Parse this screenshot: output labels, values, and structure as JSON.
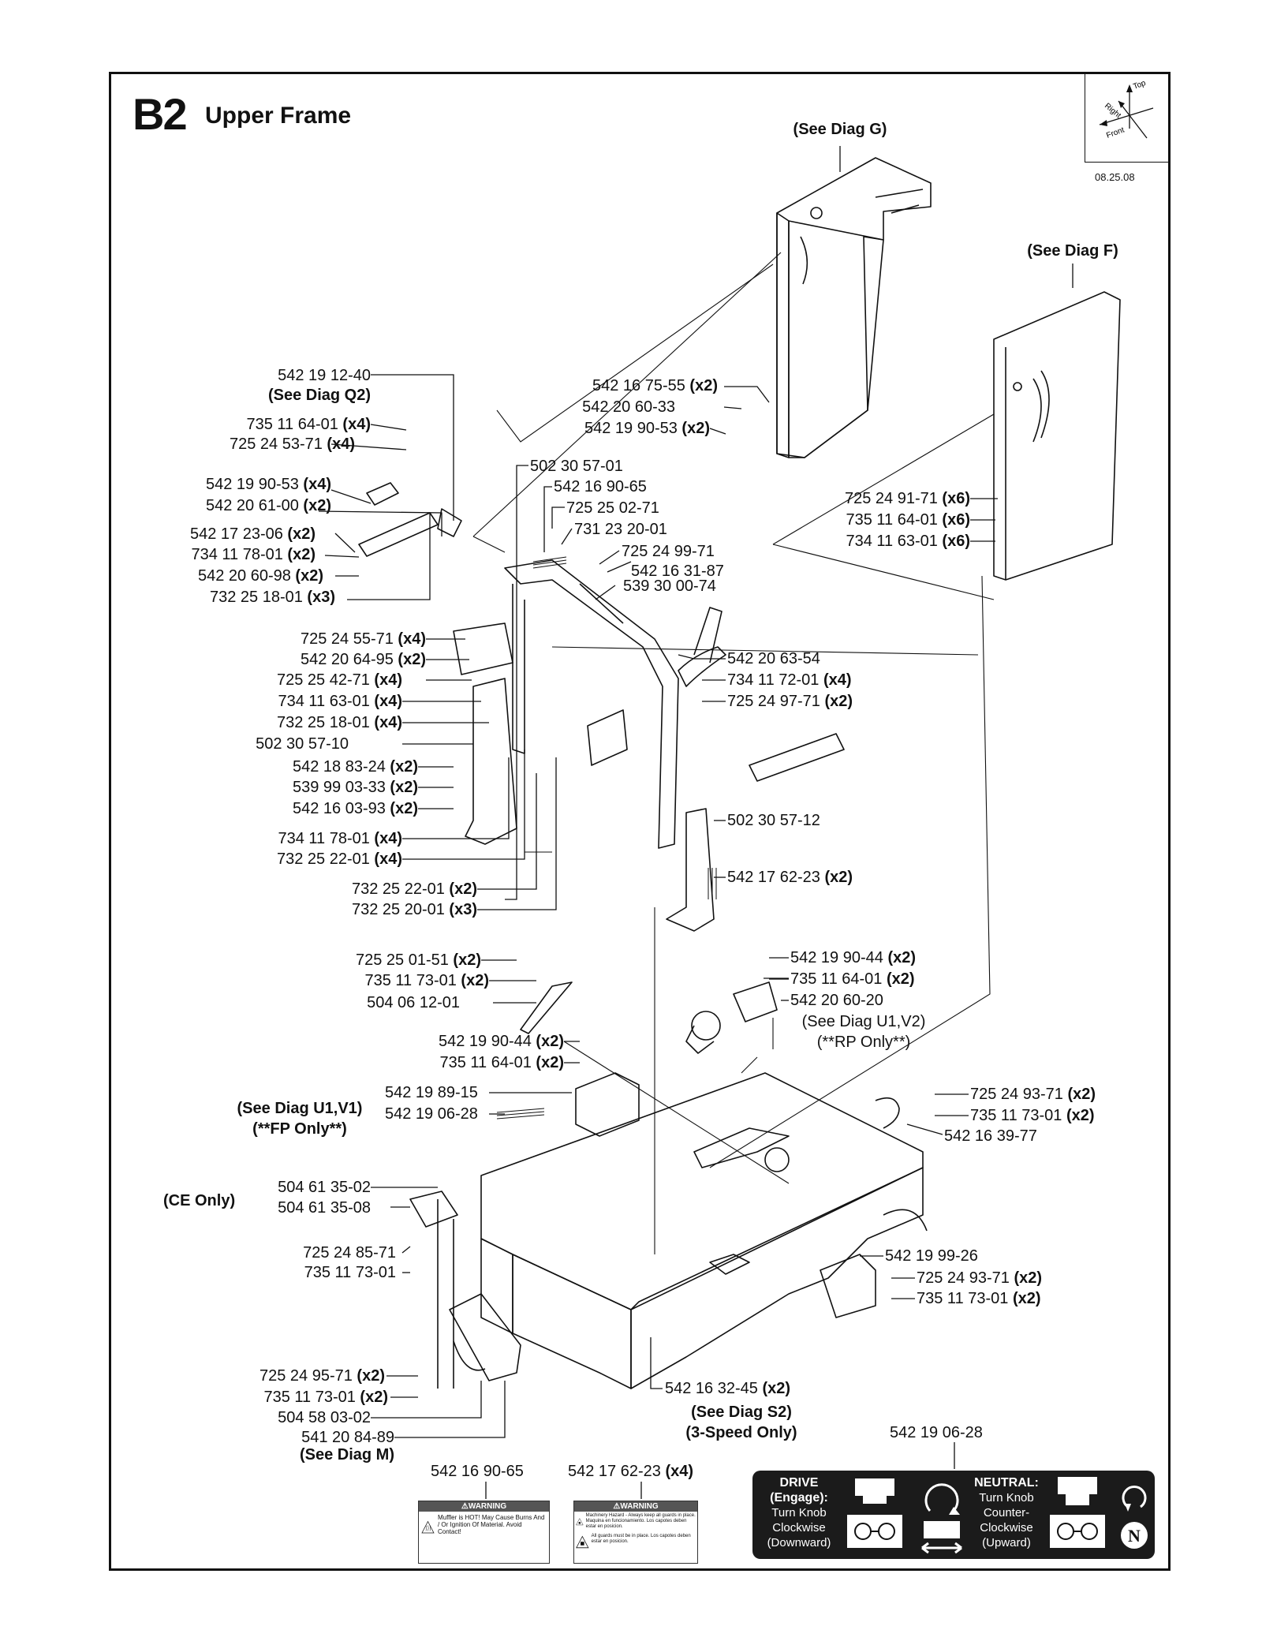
{
  "diagram": {
    "code": "B2",
    "title": "Upper Frame",
    "date": "08.25.08",
    "compass": {
      "top": "Top",
      "right": "Right",
      "front": "Front"
    },
    "refs": {
      "diag_g": "(See Diag G)",
      "diag_f": "(See Diag F)",
      "diag_q2": "(See Diag Q2)",
      "diag_u1v1": "(See Diag U1,V1)",
      "fp_only": "(**FP Only**)",
      "ce_only": "(CE Only)",
      "diag_s2": "(See Diag S2)",
      "speed3": "(3-Speed Only)",
      "diag_m": "(See Diag M)",
      "diag_u1v2": "(See Diag U1,V2)",
      "rp_only": "(**RP Only**)"
    },
    "parts": [
      {
        "id": "p1",
        "num": "542 19 12-40",
        "qty": ""
      },
      {
        "id": "p2",
        "num": "735 11 64-01",
        "qty": "(x4)"
      },
      {
        "id": "p3",
        "num": "725 24 53-71",
        "qty": "(x4)"
      },
      {
        "id": "p4",
        "num": "542 19 90-53",
        "qty": "(x4)"
      },
      {
        "id": "p5",
        "num": "542 20 61-00",
        "qty": "(x2)"
      },
      {
        "id": "p6",
        "num": "542 17 23-06",
        "qty": "(x2)"
      },
      {
        "id": "p7",
        "num": "734 11 78-01",
        "qty": "(x2)"
      },
      {
        "id": "p8",
        "num": "542 20 60-98",
        "qty": "(x2)"
      },
      {
        "id": "p9",
        "num": "732 25 18-01",
        "qty": "(x3)"
      },
      {
        "id": "p10",
        "num": "542 16 75-55",
        "qty": "(x2)"
      },
      {
        "id": "p11",
        "num": "542 20 60-33",
        "qty": ""
      },
      {
        "id": "p12",
        "num": "542 19 90-53",
        "qty": "(x2)"
      },
      {
        "id": "p13",
        "num": "502 30 57-01",
        "qty": ""
      },
      {
        "id": "p14",
        "num": "542 16 90-65",
        "qty": ""
      },
      {
        "id": "p15",
        "num": "725 25 02-71",
        "qty": ""
      },
      {
        "id": "p16",
        "num": "731 23 20-01",
        "qty": ""
      },
      {
        "id": "p17",
        "num": "725 24 99-71",
        "qty": ""
      },
      {
        "id": "p18",
        "num": "542 16 31-87",
        "qty": ""
      },
      {
        "id": "p19",
        "num": "539 30 00-74",
        "qty": ""
      },
      {
        "id": "p20",
        "num": "725 24 91-71",
        "qty": "(x6)"
      },
      {
        "id": "p21",
        "num": "735 11 64-01",
        "qty": "(x6)"
      },
      {
        "id": "p22",
        "num": "734 11 63-01",
        "qty": "(x6)"
      },
      {
        "id": "p23",
        "num": "725 24 55-71",
        "qty": "(x4)"
      },
      {
        "id": "p24",
        "num": "542 20 64-95",
        "qty": "(x2)"
      },
      {
        "id": "p25",
        "num": "725 25 42-71",
        "qty": "(x4)"
      },
      {
        "id": "p26",
        "num": "734 11 63-01",
        "qty": "(x4)"
      },
      {
        "id": "p27",
        "num": "732 25 18-01",
        "qty": "(x4)"
      },
      {
        "id": "p28",
        "num": "502 30 57-10",
        "qty": ""
      },
      {
        "id": "p29",
        "num": "542 18 83-24",
        "qty": "(x2)"
      },
      {
        "id": "p30",
        "num": "539 99 03-33",
        "qty": "(x2)"
      },
      {
        "id": "p31",
        "num": "542 16 03-93",
        "qty": "(x2)"
      },
      {
        "id": "p32",
        "num": "734 11 78-01",
        "qty": "(x4)"
      },
      {
        "id": "p33",
        "num": "732 25 22-01",
        "qty": "(x4)"
      },
      {
        "id": "p34",
        "num": "542 20 63-54",
        "qty": ""
      },
      {
        "id": "p35",
        "num": "734 11 72-01",
        "qty": "(x4)"
      },
      {
        "id": "p36",
        "num": "725 24 97-71",
        "qty": "(x2)"
      },
      {
        "id": "p37",
        "num": "502 30 57-12",
        "qty": ""
      },
      {
        "id": "p38",
        "num": "542 17 62-23",
        "qty": "(x2)"
      },
      {
        "id": "p39",
        "num": "732 25 22-01",
        "qty": "(x2)"
      },
      {
        "id": "p40",
        "num": "732 25 20-01",
        "qty": "(x3)"
      },
      {
        "id": "p41",
        "num": "725 25 01-51",
        "qty": "(x2)"
      },
      {
        "id": "p42",
        "num": "735 11 73-01",
        "qty": "(x2)"
      },
      {
        "id": "p43",
        "num": "504 06 12-01",
        "qty": ""
      },
      {
        "id": "p44",
        "num": "542 19 90-44",
        "qty": "(x2)"
      },
      {
        "id": "p45",
        "num": "735 11 64-01",
        "qty": "(x2)"
      },
      {
        "id": "p46",
        "num": "542 20 60-20",
        "qty": ""
      },
      {
        "id": "p47",
        "num": "542 19 90-44",
        "qty": "(x2)"
      },
      {
        "id": "p48",
        "num": "735 11 64-01",
        "qty": "(x2)"
      },
      {
        "id": "p49",
        "num": "542 19 89-15",
        "qty": ""
      },
      {
        "id": "p50",
        "num": "542 19 06-28",
        "qty": ""
      },
      {
        "id": "p51",
        "num": "725 24 93-71",
        "qty": "(x2)"
      },
      {
        "id": "p52",
        "num": "735 11 73-01",
        "qty": "(x2)"
      },
      {
        "id": "p53",
        "num": "542 16 39-77",
        "qty": ""
      },
      {
        "id": "p54",
        "num": "504 61 35-02",
        "qty": ""
      },
      {
        "id": "p55",
        "num": "504 61 35-08",
        "qty": ""
      },
      {
        "id": "p56",
        "num": "725 24 85-71",
        "qty": ""
      },
      {
        "id": "p57",
        "num": "735 11 73-01",
        "qty": ""
      },
      {
        "id": "p58",
        "num": "542 19 99-26",
        "qty": ""
      },
      {
        "id": "p59",
        "num": "725 24 93-71",
        "qty": "(x2)"
      },
      {
        "id": "p60",
        "num": "735 11 73-01",
        "qty": "(x2)"
      },
      {
        "id": "p61",
        "num": "725 24 95-71",
        "qty": "(x2)"
      },
      {
        "id": "p62",
        "num": "735 11 73-01",
        "qty": "(x2)"
      },
      {
        "id": "p63",
        "num": "504 58 03-02",
        "qty": ""
      },
      {
        "id": "p64",
        "num": "541 20 84-89",
        "qty": ""
      },
      {
        "id": "p65",
        "num": "542 16 32-45",
        "qty": "(x2)"
      },
      {
        "id": "p66",
        "num": "542 19 06-28",
        "qty": ""
      },
      {
        "id": "p67",
        "num": "542 16 90-65",
        "qty": ""
      },
      {
        "id": "p68",
        "num": "542 17 62-23",
        "qty": "(x4)"
      }
    ],
    "decal_warning_1": {
      "header": "WARNING",
      "text": "Muffler is HOT! May Cause Burns And / Or Ignition Of Material. Avoid Contact!"
    },
    "decal_warning_2": {
      "header": "WARNING",
      "text1": "Machinery Hazard - Always keep all guards in place. Maquina en funcionamiento. Los capotes deben estar en posicion.",
      "text2": "All guards must be in place. Los capotes deben estar en posicion."
    },
    "instruction": {
      "drive": "DRIVE",
      "drive_engage": "(Engage):",
      "drive_text": "Turn Knob Clockwise (Downward)",
      "neutral": "NEUTRAL:",
      "neutral_text": "Turn Knob Counter-Clockwise (Upward)",
      "n_symbol": "N"
    }
  }
}
